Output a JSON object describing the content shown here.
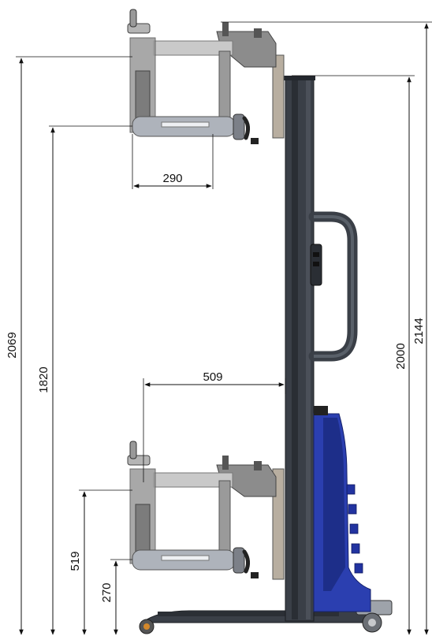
{
  "dimensions": {
    "overall_height_left": "2069",
    "upper_arm_height": "1820",
    "lower_top_height": "519",
    "lower_arm_height": "270",
    "arm_reach_upper": "290",
    "arm_reach_lower": "509",
    "mast_height": "2000",
    "overall_height_right": "2144"
  },
  "colors": {
    "mast": "#3a3f47",
    "mast_dark": "#23272d",
    "arm_grey": "#9a9a9a",
    "arm_light": "#c9c9c9",
    "tube": "#aeb3bb",
    "blue_housing": "#2b3fb0",
    "blue_dark": "#1a2a80",
    "plate": "#b8aea0"
  }
}
